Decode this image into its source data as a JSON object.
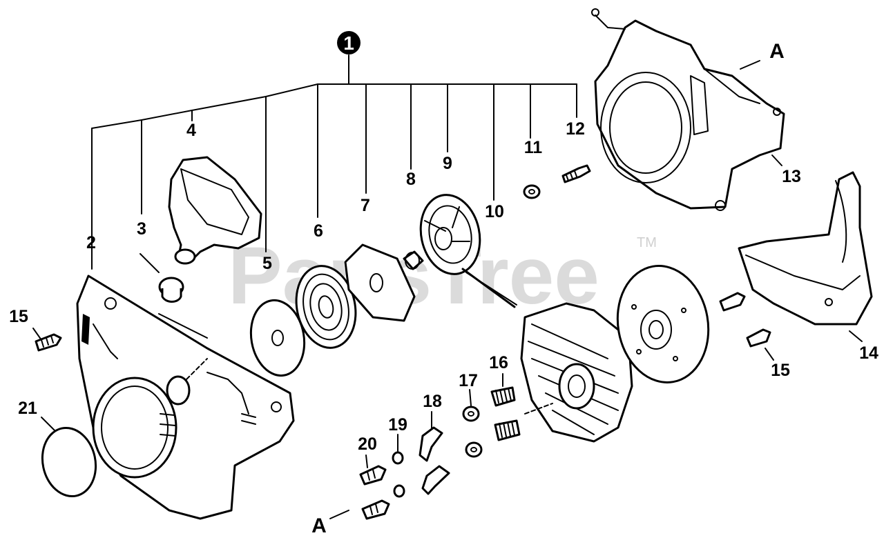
{
  "diagram": {
    "group_badge": "1",
    "watermark": "PartsTree",
    "trademark": "TM",
    "callouts": {
      "p2": "2",
      "p3": "3",
      "p4": "4",
      "p5": "5",
      "p6": "6",
      "p7": "7",
      "p8": "8",
      "p9": "9",
      "p10": "10",
      "p11": "11",
      "p12": "12",
      "p13": "13",
      "p14": "14",
      "p15a": "15",
      "p15b": "15",
      "p16": "16",
      "p17": "17",
      "p18": "18",
      "p19": "19",
      "p20": "20",
      "p21": "21",
      "refA_top": "A",
      "refA_bottom": "A"
    }
  }
}
